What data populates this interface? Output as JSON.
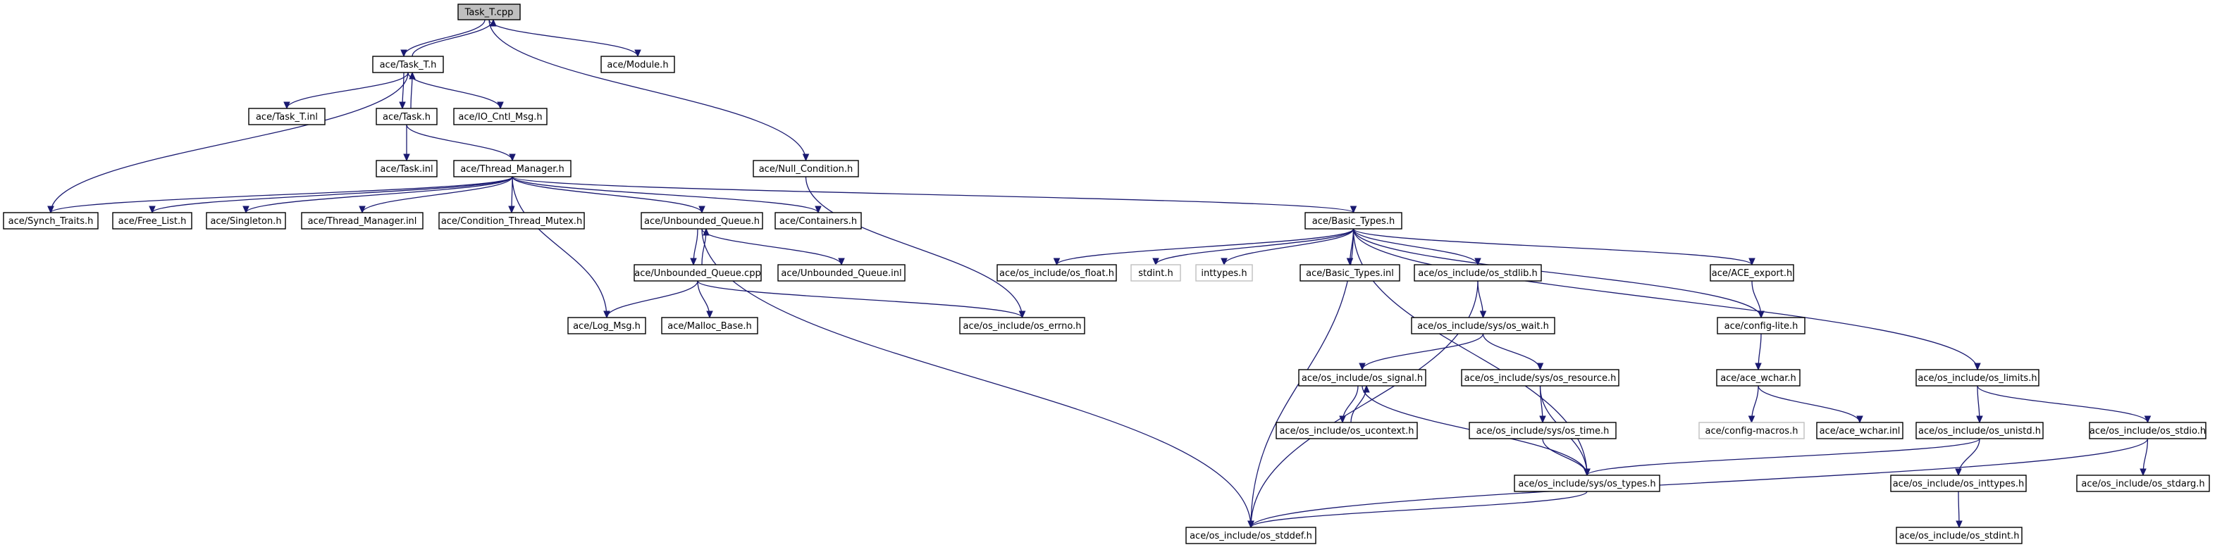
{
  "diagram": {
    "type": "include-dependency-graph",
    "nodes": [
      {
        "id": "task_t_cpp",
        "label": "Task_T.cpp",
        "root": true
      },
      {
        "id": "task_t_h",
        "label": "ace/Task_T.h"
      },
      {
        "id": "module_h",
        "label": "ace/Module.h"
      },
      {
        "id": "task_t_inl",
        "label": "ace/Task_T.inl"
      },
      {
        "id": "task_h",
        "label": "ace/Task.h"
      },
      {
        "id": "io_cntl_msg_h",
        "label": "ace/IO_Cntl_Msg.h"
      },
      {
        "id": "task_inl",
        "label": "ace/Task.inl"
      },
      {
        "id": "thread_manager_h",
        "label": "ace/Thread_Manager.h"
      },
      {
        "id": "null_condition_h",
        "label": "ace/Null_Condition.h"
      },
      {
        "id": "synch_traits_h",
        "label": "ace/Synch_Traits.h"
      },
      {
        "id": "free_list_h",
        "label": "ace/Free_List.h"
      },
      {
        "id": "singleton_h",
        "label": "ace/Singleton.h"
      },
      {
        "id": "thread_manager_inl",
        "label": "ace/Thread_Manager.inl"
      },
      {
        "id": "condition_thread_mutex_h",
        "label": "ace/Condition_Thread_Mutex.h"
      },
      {
        "id": "unbounded_queue_h",
        "label": "ace/Unbounded_Queue.h"
      },
      {
        "id": "containers_h",
        "label": "ace/Containers.h"
      },
      {
        "id": "basic_types_h",
        "label": "ace/Basic_Types.h"
      },
      {
        "id": "unbounded_queue_cpp",
        "label": "ace/Unbounded_Queue.cpp"
      },
      {
        "id": "unbounded_queue_inl",
        "label": "ace/Unbounded_Queue.inl"
      },
      {
        "id": "log_msg_h",
        "label": "ace/Log_Msg.h"
      },
      {
        "id": "malloc_base_h",
        "label": "ace/Malloc_Base.h"
      },
      {
        "id": "os_errno_h",
        "label": "ace/os_include/os_errno.h"
      },
      {
        "id": "os_float_h",
        "label": "ace/os_include/os_float.h"
      },
      {
        "id": "stdint_h",
        "label": "stdint.h",
        "missing": true
      },
      {
        "id": "inttypes_h",
        "label": "inttypes.h",
        "missing": true
      },
      {
        "id": "basic_types_inl",
        "label": "ace/Basic_Types.inl"
      },
      {
        "id": "os_stdlib_h",
        "label": "ace/os_include/os_stdlib.h"
      },
      {
        "id": "ace_export_h",
        "label": "ace/ACE_export.h"
      },
      {
        "id": "config_lite_h",
        "label": "ace/config-lite.h"
      },
      {
        "id": "os_wait_h",
        "label": "ace/os_include/sys/os_wait.h"
      },
      {
        "id": "ace_wchar_h",
        "label": "ace/ace_wchar.h"
      },
      {
        "id": "os_limits_h",
        "label": "ace/os_include/os_limits.h"
      },
      {
        "id": "os_signal_h",
        "label": "ace/os_include/os_signal.h"
      },
      {
        "id": "os_resource_h",
        "label": "ace/os_include/sys/os_resource.h"
      },
      {
        "id": "config_macros_h",
        "label": "ace/config-macros.h",
        "missing": true
      },
      {
        "id": "ace_wchar_inl",
        "label": "ace/ace_wchar.inl"
      },
      {
        "id": "os_unistd_h",
        "label": "ace/os_include/os_unistd.h"
      },
      {
        "id": "os_stdio_h",
        "label": "ace/os_include/os_stdio.h"
      },
      {
        "id": "os_ucontext_h",
        "label": "ace/os_include/os_ucontext.h"
      },
      {
        "id": "os_time_h",
        "label": "ace/os_include/sys/os_time.h"
      },
      {
        "id": "os_types_h",
        "label": "ace/os_include/sys/os_types.h"
      },
      {
        "id": "os_inttypes_h",
        "label": "ace/os_include/os_inttypes.h"
      },
      {
        "id": "os_stdarg_h",
        "label": "ace/os_include/os_stdarg.h"
      },
      {
        "id": "os_stddef_h",
        "label": "ace/os_include/os_stddef.h"
      },
      {
        "id": "os_stdint_h",
        "label": "ace/os_include/os_stdint.h"
      }
    ],
    "edges": [
      [
        "task_t_cpp",
        "task_t_h"
      ],
      [
        "task_t_cpp",
        "module_h"
      ],
      [
        "task_t_cpp",
        "null_condition_h"
      ],
      [
        "task_t_h",
        "task_t_cpp"
      ],
      [
        "task_t_h",
        "task_t_inl"
      ],
      [
        "task_t_h",
        "task_h"
      ],
      [
        "task_t_h",
        "io_cntl_msg_h"
      ],
      [
        "task_t_h",
        "synch_traits_h"
      ],
      [
        "task_h",
        "task_t_h"
      ],
      [
        "task_h",
        "task_inl"
      ],
      [
        "task_h",
        "thread_manager_h"
      ],
      [
        "thread_manager_h",
        "synch_traits_h"
      ],
      [
        "thread_manager_h",
        "free_list_h"
      ],
      [
        "thread_manager_h",
        "singleton_h"
      ],
      [
        "thread_manager_h",
        "thread_manager_inl"
      ],
      [
        "thread_manager_h",
        "condition_thread_mutex_h"
      ],
      [
        "thread_manager_h",
        "unbounded_queue_h"
      ],
      [
        "thread_manager_h",
        "containers_h"
      ],
      [
        "thread_manager_h",
        "log_msg_h"
      ],
      [
        "thread_manager_h",
        "basic_types_h"
      ],
      [
        "null_condition_h",
        "os_errno_h"
      ],
      [
        "unbounded_queue_h",
        "unbounded_queue_cpp"
      ],
      [
        "unbounded_queue_h",
        "unbounded_queue_inl"
      ],
      [
        "unbounded_queue_h",
        "os_stddef_h"
      ],
      [
        "unbounded_queue_cpp",
        "unbounded_queue_h"
      ],
      [
        "unbounded_queue_cpp",
        "log_msg_h"
      ],
      [
        "unbounded_queue_cpp",
        "malloc_base_h"
      ],
      [
        "unbounded_queue_cpp",
        "os_errno_h"
      ],
      [
        "basic_types_h",
        "os_float_h"
      ],
      [
        "basic_types_h",
        "stdint_h"
      ],
      [
        "basic_types_h",
        "inttypes_h"
      ],
      [
        "basic_types_h",
        "basic_types_inl"
      ],
      [
        "basic_types_h",
        "os_stdlib_h"
      ],
      [
        "basic_types_h",
        "ace_export_h"
      ],
      [
        "basic_types_h",
        "config_lite_h"
      ],
      [
        "basic_types_h",
        "os_limits_h"
      ],
      [
        "basic_types_h",
        "os_types_h"
      ],
      [
        "basic_types_h",
        "os_stddef_h"
      ],
      [
        "os_stdlib_h",
        "os_wait_h"
      ],
      [
        "os_stdlib_h",
        "os_stddef_h"
      ],
      [
        "ace_export_h",
        "config_lite_h"
      ],
      [
        "config_lite_h",
        "ace_wchar_h"
      ],
      [
        "os_wait_h",
        "os_signal_h"
      ],
      [
        "os_wait_h",
        "os_resource_h"
      ],
      [
        "ace_wchar_h",
        "config_macros_h"
      ],
      [
        "ace_wchar_h",
        "ace_wchar_inl"
      ],
      [
        "os_limits_h",
        "os_unistd_h"
      ],
      [
        "os_limits_h",
        "os_stdio_h"
      ],
      [
        "os_signal_h",
        "os_ucontext_h"
      ],
      [
        "os_signal_h",
        "os_types_h"
      ],
      [
        "os_ucontext_h",
        "os_signal_h"
      ],
      [
        "os_resource_h",
        "os_time_h"
      ],
      [
        "os_resource_h",
        "os_types_h"
      ],
      [
        "os_time_h",
        "os_types_h"
      ],
      [
        "os_unistd_h",
        "os_types_h"
      ],
      [
        "os_unistd_h",
        "os_inttypes_h"
      ],
      [
        "os_stdio_h",
        "os_stdarg_h"
      ],
      [
        "os_stdio_h",
        "os_stddef_h"
      ],
      [
        "os_types_h",
        "os_stddef_h"
      ],
      [
        "os_inttypes_h",
        "os_stdint_h"
      ]
    ],
    "colors": {
      "edge": "#191970",
      "root_fill": "#bfbfbf",
      "node_border": "#000000",
      "missing_border": "#bfbfbf"
    }
  }
}
